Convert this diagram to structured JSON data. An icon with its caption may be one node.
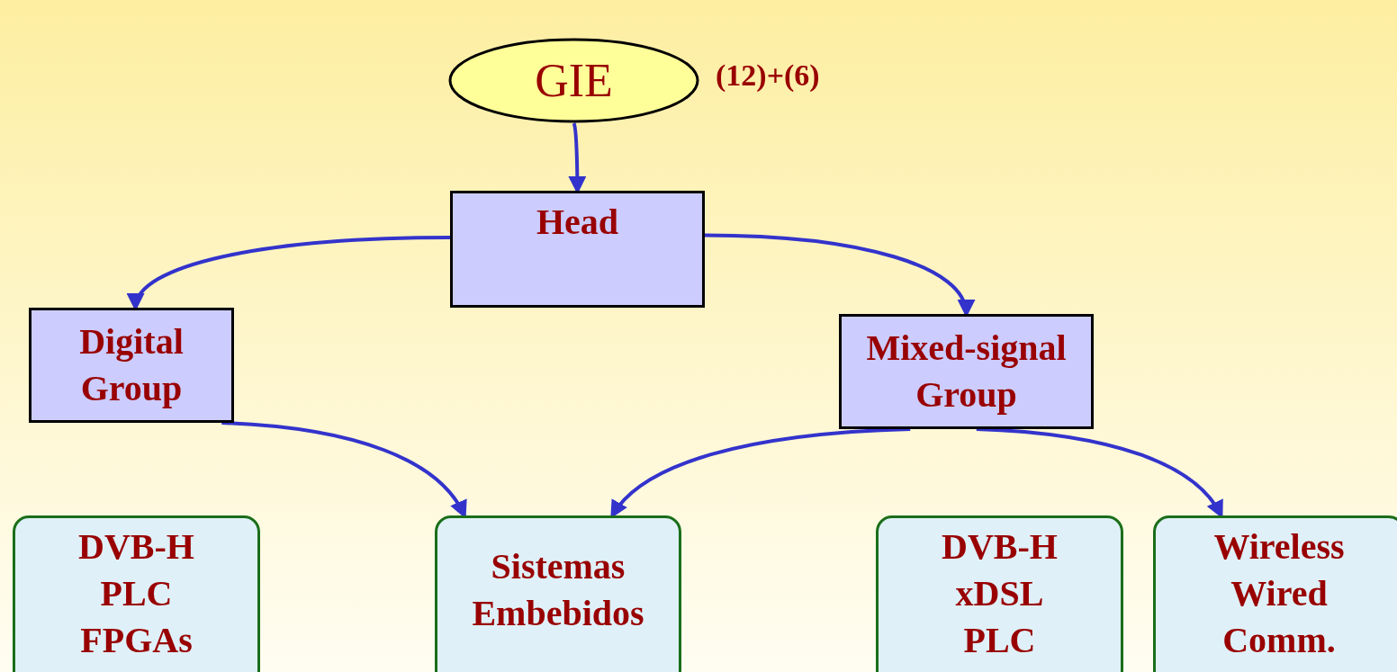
{
  "diagram": {
    "nodes": [
      {
        "text": [
          "GIE"
        ],
        "beside": [
          "(12)+(6)"
        ]
      },
      {
        "text": [
          "Head"
        ]
      },
      {
        "text": [
          "Digital Group"
        ]
      },
      {
        "text": [
          "Mixed-signal Group"
        ]
      },
      {
        "text": [
          "DVB-H",
          "PLC",
          "FPGAs"
        ]
      },
      {
        "text": [
          "Sistemas Embebidos"
        ]
      },
      {
        "text": [
          "DVB-H",
          "xDSL",
          "PLC"
        ]
      },
      {
        "text": [
          "Wireless",
          "Wired",
          "Comm."
        ]
      }
    ],
    "edges": [
      {
        "from": 0,
        "to": 1,
        "arrow": "to"
      },
      {
        "from": 1,
        "to": 2,
        "arrow": "to"
      },
      {
        "from": 1,
        "to": 3,
        "arrow": "to"
      },
      {
        "from": 2,
        "to": 5,
        "arrow": "to"
      },
      {
        "from": 3,
        "to": 5,
        "arrow": "to"
      },
      {
        "from": 3,
        "to": 7,
        "arrow": "to"
      }
    ]
  }
}
